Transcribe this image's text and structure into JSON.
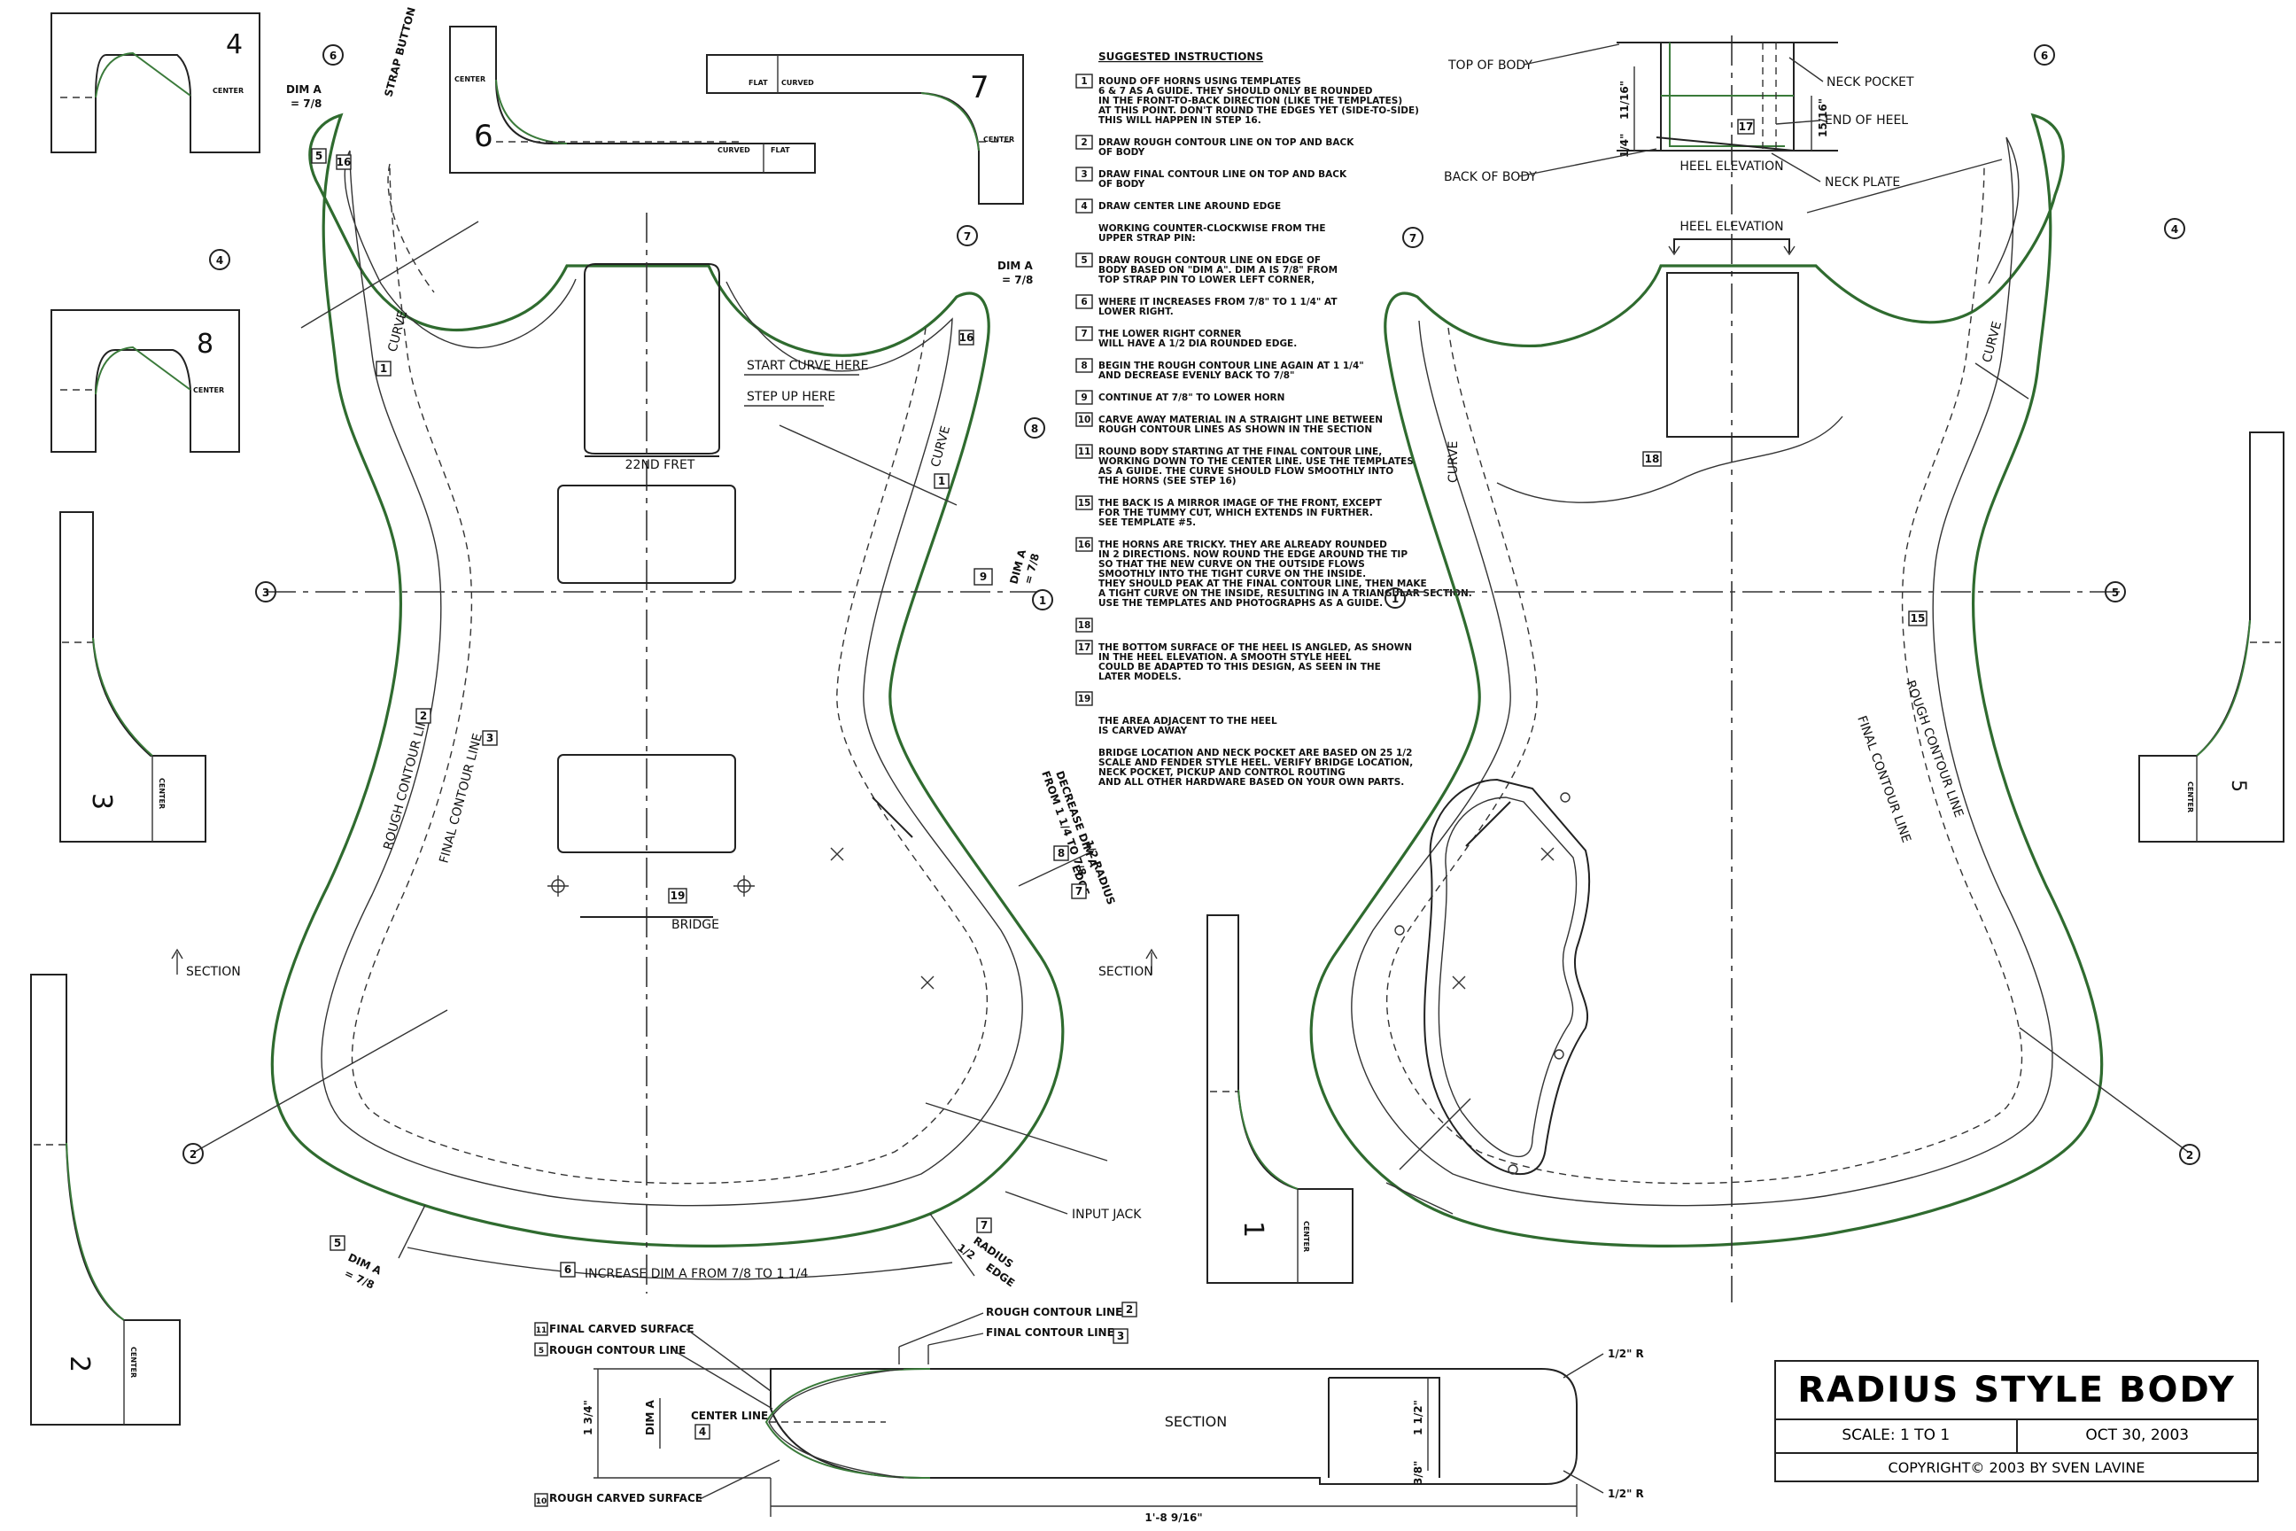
{
  "title_block": {
    "title": "RADIUS STYLE BODY",
    "scale": "SCALE: 1 TO 1",
    "date": "OCT 30, 2003",
    "copyright": "COPYRIGHT© 2003 BY SVEN LAVINE"
  },
  "instructions": {
    "heading": "SUGGESTED INSTRUCTIONS",
    "steps": [
      {
        "num": "1",
        "lines": [
          "ROUND OFF HORNS USING TEMPLATES",
          "6 & 7 AS A GUIDE. THEY SHOULD ONLY BE ROUNDED",
          "IN THE FRONT-TO-BACK DIRECTION (LIKE THE TEMPLATES)",
          "AT THIS POINT. DON'T ROUND THE EDGES YET (SIDE-TO-SIDE)",
          "THIS WILL HAPPEN IN STEP 16."
        ]
      },
      {
        "num": "2",
        "lines": [
          "DRAW ROUGH CONTOUR LINE ON TOP AND BACK",
          "OF BODY"
        ]
      },
      {
        "num": "3",
        "lines": [
          "DRAW FINAL CONTOUR LINE ON TOP AND BACK",
          "OF BODY"
        ]
      },
      {
        "num": "4",
        "lines": [
          "DRAW CENTER LINE AROUND EDGE"
        ]
      },
      {
        "num": "",
        "lines": [
          "WORKING COUNTER-CLOCKWISE FROM THE",
          "UPPER STRAP PIN:"
        ]
      },
      {
        "num": "5",
        "lines": [
          "DRAW ROUGH CONTOUR LINE ON EDGE OF",
          "BODY BASED ON \"DIM A\". DIM A IS 7/8\" FROM",
          "TOP STRAP PIN TO LOWER LEFT CORNER,"
        ]
      },
      {
        "num": "6",
        "lines": [
          "WHERE IT INCREASES FROM 7/8\" TO 1 1/4\" AT",
          "LOWER RIGHT."
        ]
      },
      {
        "num": "7",
        "lines": [
          "THE LOWER RIGHT CORNER",
          "WILL HAVE A 1/2 DIA ROUNDED EDGE."
        ]
      },
      {
        "num": "8",
        "lines": [
          "BEGIN THE ROUGH CONTOUR LINE AGAIN AT 1 1/4\"",
          "AND DECREASE EVENLY BACK TO 7/8\""
        ]
      },
      {
        "num": "9",
        "lines": [
          "CONTINUE AT 7/8\" TO LOWER HORN"
        ]
      },
      {
        "num": "10",
        "lines": [
          "CARVE AWAY MATERIAL IN A STRAIGHT LINE BETWEEN",
          "ROUGH CONTOUR LINES AS SHOWN IN THE SECTION"
        ]
      },
      {
        "num": "11",
        "lines": [
          "ROUND BODY STARTING AT THE FINAL CONTOUR LINE,",
          "WORKING DOWN TO THE CENTER LINE. USE THE TEMPLATES",
          "AS A GUIDE. THE CURVE SHOULD FLOW SMOOTHLY INTO",
          "THE HORNS (SEE STEP 16)"
        ]
      },
      {
        "num": "15",
        "lines": [
          "THE BACK IS A MIRROR IMAGE OF THE FRONT, EXCEPT",
          "FOR THE TUMMY CUT, WHICH EXTENDS IN FURTHER.",
          "SEE TEMPLATE #5."
        ]
      },
      {
        "num": "16",
        "lines": [
          "THE HORNS ARE TRICKY. THEY ARE ALREADY ROUNDED",
          "IN 2 DIRECTIONS. NOW ROUND THE EDGE AROUND THE TIP",
          "SO THAT THE NEW CURVE ON THE OUTSIDE FLOWS",
          "SMOOTHLY INTO THE TIGHT CURVE ON THE INSIDE.",
          "THEY SHOULD PEAK AT THE FINAL CONTOUR LINE, THEN MAKE",
          "A TIGHT CURVE ON THE INSIDE, RESULTING IN A TRIANGULAR SECTION.",
          "USE THE TEMPLATES AND PHOTOGRAPHS AS A GUIDE."
        ]
      },
      {
        "num": "18",
        "lines": []
      },
      {
        "num": "17",
        "lines": [
          "THE BOTTOM SURFACE OF THE HEEL IS ANGLED, AS SHOWN",
          "IN THE HEEL ELEVATION. A SMOOTH STYLE HEEL",
          "COULD BE ADAPTED TO THIS DESIGN, AS SEEN IN THE",
          "LATER MODELS."
        ]
      },
      {
        "num": "19",
        "lines": []
      },
      {
        "num": "",
        "lines": [
          "THE AREA ADJACENT TO THE HEEL",
          "IS CARVED AWAY"
        ]
      },
      {
        "num": "",
        "lines": [
          "BRIDGE LOCATION AND NECK POCKET ARE BASED ON 25 1/2",
          "SCALE AND FENDER STYLE HEEL. VERIFY BRIDGE LOCATION,",
          "NECK POCKET, PICKUP AND CONTROL ROUTING",
          "AND ALL OTHER HARDWARE BASED ON YOUR OWN PARTS."
        ]
      }
    ]
  },
  "front_view": {
    "labels": {
      "start_curve": "START CURVE HERE",
      "step_up": "STEP UP HERE",
      "fret": "22ND FRET",
      "bridge": "BRIDGE",
      "rough_contour": "ROUGH CONTOUR LINE",
      "final_contour": "FINAL CONTOUR LINE",
      "curve_left": "CURVE",
      "curve_right": "CURVE",
      "section_left": "SECTION",
      "section_right": "SECTION",
      "input_jack": "INPUT JACK",
      "increase_dim": "INCREASE DIM A FROM 7/8 TO 1 1/4",
      "strap_button": "STRAP BUTTON",
      "dim_a_top": "DIM A",
      "dim_a_top_val": "= 7/8",
      "dim_a_right": "DIM A",
      "dim_a_right_val": "= 7/8",
      "dim_a_mid": "DIM A",
      "dim_a_mid_val": "= 7/8",
      "dim_a_bottom": "DIM A",
      "dim_a_bottom_val": "= 7/8",
      "decrease_dim": "DECREASE DIM A",
      "decrease_dim_2": "FROM 1 1/4 TO 7/8",
      "radius_edge_right": "1/2 RADIUS",
      "radius_edge_right_2": "EDGE",
      "radius_edge_bottom": "1/2",
      "radius_edge_bottom_2": "RADIUS",
      "radius_edge_bottom_3": "EDGE"
    },
    "step_boxes": [
      "16",
      "1",
      "16",
      "1",
      "2",
      "3",
      "9",
      "19",
      "8",
      "7",
      "5",
      "6",
      "7"
    ],
    "markers": [
      "6",
      "4",
      "3",
      "2",
      "7",
      "8",
      "1"
    ]
  },
  "back_view": {
    "labels": {
      "top_of_body": "TOP OF BODY",
      "back_of_body": "BACK OF BODY",
      "neck_pocket": "NECK POCKET",
      "end_of_heel": "END OF HEEL",
      "neck_plate": "NECK PLATE",
      "heel_elevation": "HEEL ELEVATION",
      "heel_elevation_top": "HEEL ELEVATION",
      "dim_1": "1/4\"",
      "dim_2": "11/16\"",
      "dim_3": "15/16\"",
      "curve_left": "CURVE",
      "curve_right": "CURVE",
      "rough_contour": "ROUGH CONTOUR LINE",
      "final_contour": "FINAL CONTOUR LINE"
    },
    "step_boxes": [
      "17",
      "18",
      "15"
    ],
    "markers": [
      "6",
      "4",
      "7",
      "5",
      "1",
      "2"
    ]
  },
  "templates": [
    {
      "num": "4",
      "label": "CENTER"
    },
    {
      "num": "8",
      "label": "CENTER"
    },
    {
      "num": "6",
      "label_a": "CENTER",
      "label_b": "CURVED",
      "label_c": "FLAT"
    },
    {
      "num": "7",
      "label_a": "FLAT",
      "label_b": "CURVED",
      "label_c": "CENTER"
    },
    {
      "num": "3",
      "label": "CENTER"
    },
    {
      "num": "2",
      "label": "CENTER"
    },
    {
      "num": "1",
      "label": "CENTER"
    },
    {
      "num": "5",
      "label": "CENTER"
    }
  ],
  "section_view": {
    "title": "SECTION",
    "final_carved": "FINAL CARVED SURFACE",
    "rough_contour": "ROUGH CONTOUR LINE",
    "rough_contour_top": "ROUGH CONTOUR LINE",
    "final_contour_top": "FINAL CONTOUR LINE",
    "center_line": "CENTER LINE",
    "rough_carved": "ROUGH CARVED SURFACE",
    "dim_thick": "1 3/4\"",
    "dim_a": "DIM A",
    "dim_heel": "1 1/2\"",
    "dim_heel_small": "3/8\"",
    "radius_top": "1/2\" R",
    "radius_bottom": "1/2\" R",
    "length": "1'-8 9/16\"",
    "boxes": [
      "11",
      "5",
      "4",
      "10",
      "2",
      "3"
    ]
  }
}
